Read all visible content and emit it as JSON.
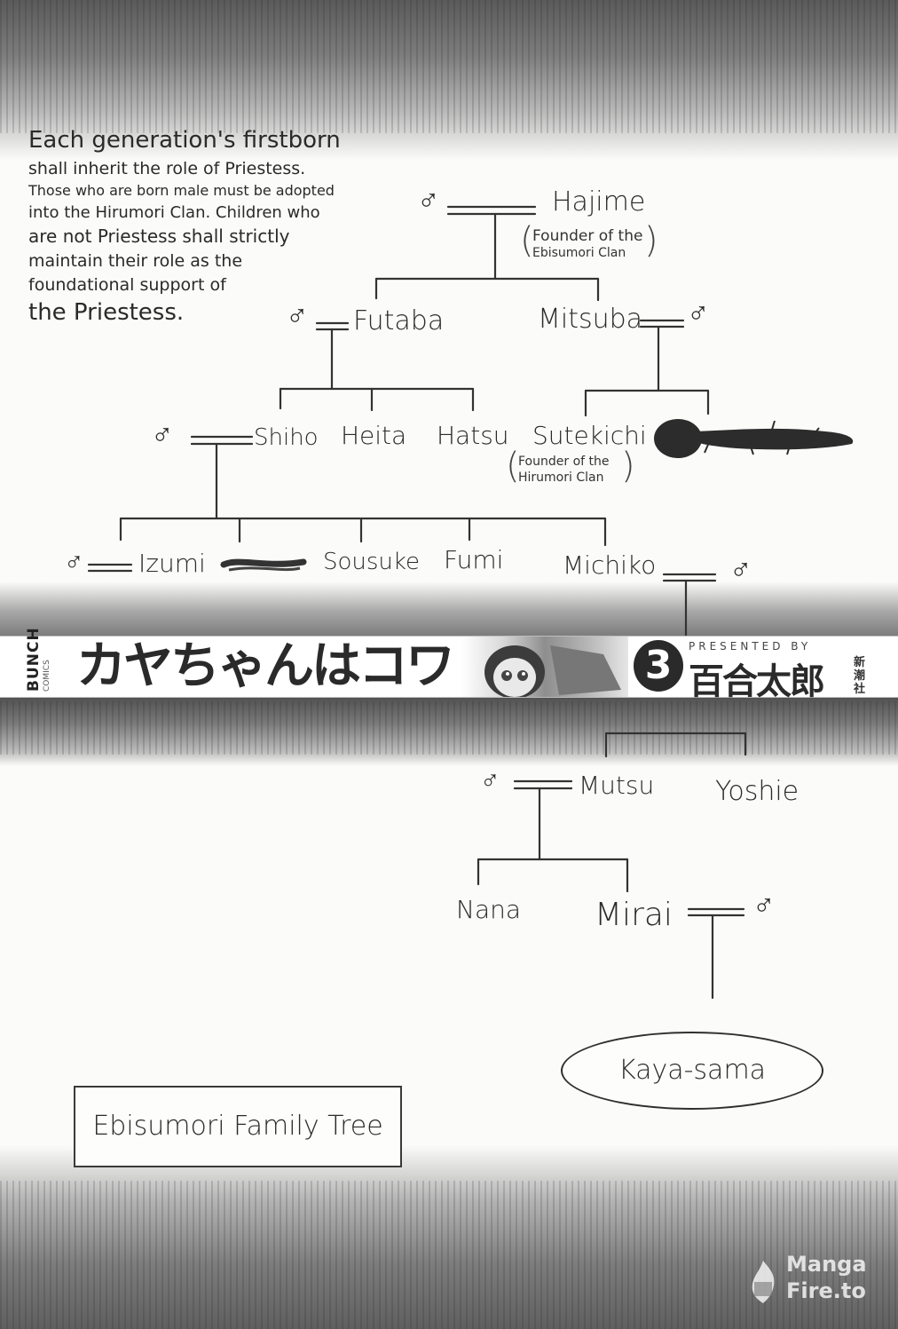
{
  "note": {
    "line1": "Each generation's firstborn",
    "line2": "shall inherit the role of Priestess.",
    "line3": "Those who are born male must be adopted",
    "line4": "into the Hirumori Clan. Children who",
    "line5": "are not Priestess shall strictly",
    "line6": "maintain their role as the",
    "line7": "foundational support of",
    "line8": "the Priestess."
  },
  "symbols": {
    "male": "♂"
  },
  "people": {
    "hajime": "Hajime",
    "hajime_note_1": "Founder of the",
    "hajime_note_2": "Ebisumori Clan",
    "futaba": "Futaba",
    "mitsuba": "Mitsuba",
    "shiho": "Shiho",
    "heita": "Heita",
    "hatsu": "Hatsu",
    "sutekichi": "Sutekichi",
    "sutekichi_note_1": "Founder of the",
    "sutekichi_note_2": "Hirumori Clan",
    "izumi": "Izumi",
    "sousuke": "Sousuke",
    "fumi": "Fumi",
    "michiko": "Michiko",
    "mutsu": "Mutsu",
    "yoshie": "Yoshie",
    "nana": "Nana",
    "mirai": "Mirai",
    "kaya": "Kaya-sama"
  },
  "banner": {
    "label": "BUNCH",
    "label_sub": "COMICS",
    "title_jp": "カヤちゃんはコワくない",
    "volume": "3",
    "presented": "PRESENTED BY",
    "author_jp": "百合太郎",
    "publisher_jp": "新潮社"
  },
  "caption": "Ebisumori Family Tree",
  "watermark": {
    "line1": "Manga",
    "line2": "Fire.to"
  },
  "colors": {
    "ink": "#2b2b2b",
    "paper": "#fbfbf9",
    "texture": "#5a5a5a"
  }
}
